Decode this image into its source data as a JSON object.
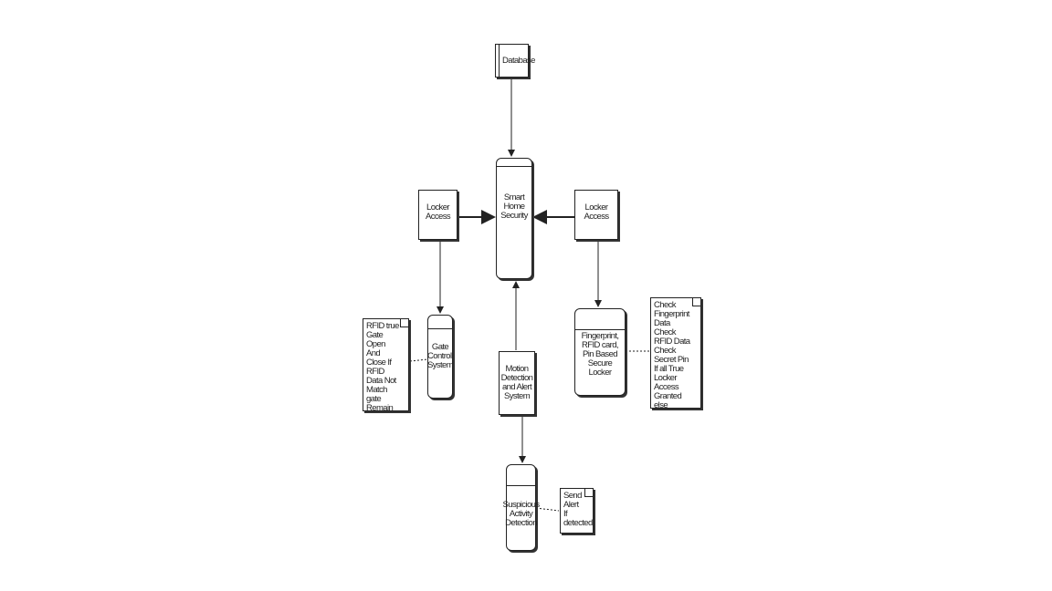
{
  "nodes": {
    "database": "Database",
    "smart_home_security": "Smart Home Security",
    "locker_access_left": "Locker Access",
    "locker_access_right": "Locker Access",
    "gate_control_system": "Gate Controll System",
    "fingerprint_locker": "Fingerprint, RFID card, Pin Based Secure Locker",
    "motion_detection": "Motion Detection and Alert System",
    "suspicious_activity": "Suspicious Activity Detection"
  },
  "notes": {
    "gate_note": "RFID true Gate Open And Close If RFID Data Not Match gate Remain Close",
    "locker_note": "Check Fingerprint Data   Check RFID Data   Check Secret Pin   If all True Locker Access Granted else Access Denied",
    "alert_note": "Send Alert If detected"
  }
}
